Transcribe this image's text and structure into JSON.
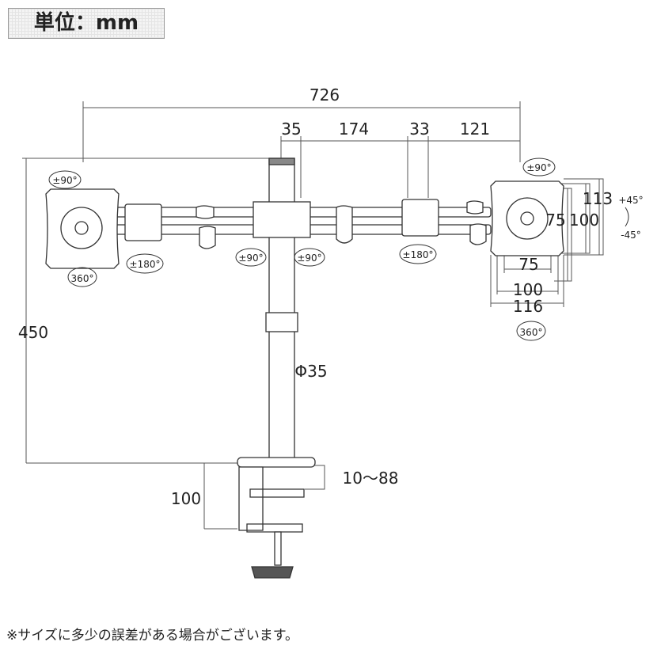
{
  "unit_label": "単位：mm",
  "note": "※サイズに多少の誤差がある場合がございます。",
  "dimensions": {
    "total_width": "726",
    "pole_width": "35",
    "arm_inner": "174",
    "joint": "33",
    "arm_outer": "121",
    "height": "450",
    "pole_diameter": "Φ35",
    "clamp_range": "10～88",
    "clamp_depth": "100",
    "vesa_v75": "75",
    "vesa_v100": "100",
    "plate_h": "113",
    "vesa_h75": "75",
    "vesa_h100": "100",
    "plate_w": "116"
  },
  "rotations": {
    "left_plate_top": "±90°",
    "left_plate_bottom": "360°",
    "left_joint": "±180°",
    "pole_left": "±90°",
    "pole_right": "±90°",
    "right_joint": "±180°",
    "right_plate_top": "±90°",
    "right_plate_bottom": "360°",
    "tilt_up": "+45°",
    "tilt_down": "-45°"
  }
}
